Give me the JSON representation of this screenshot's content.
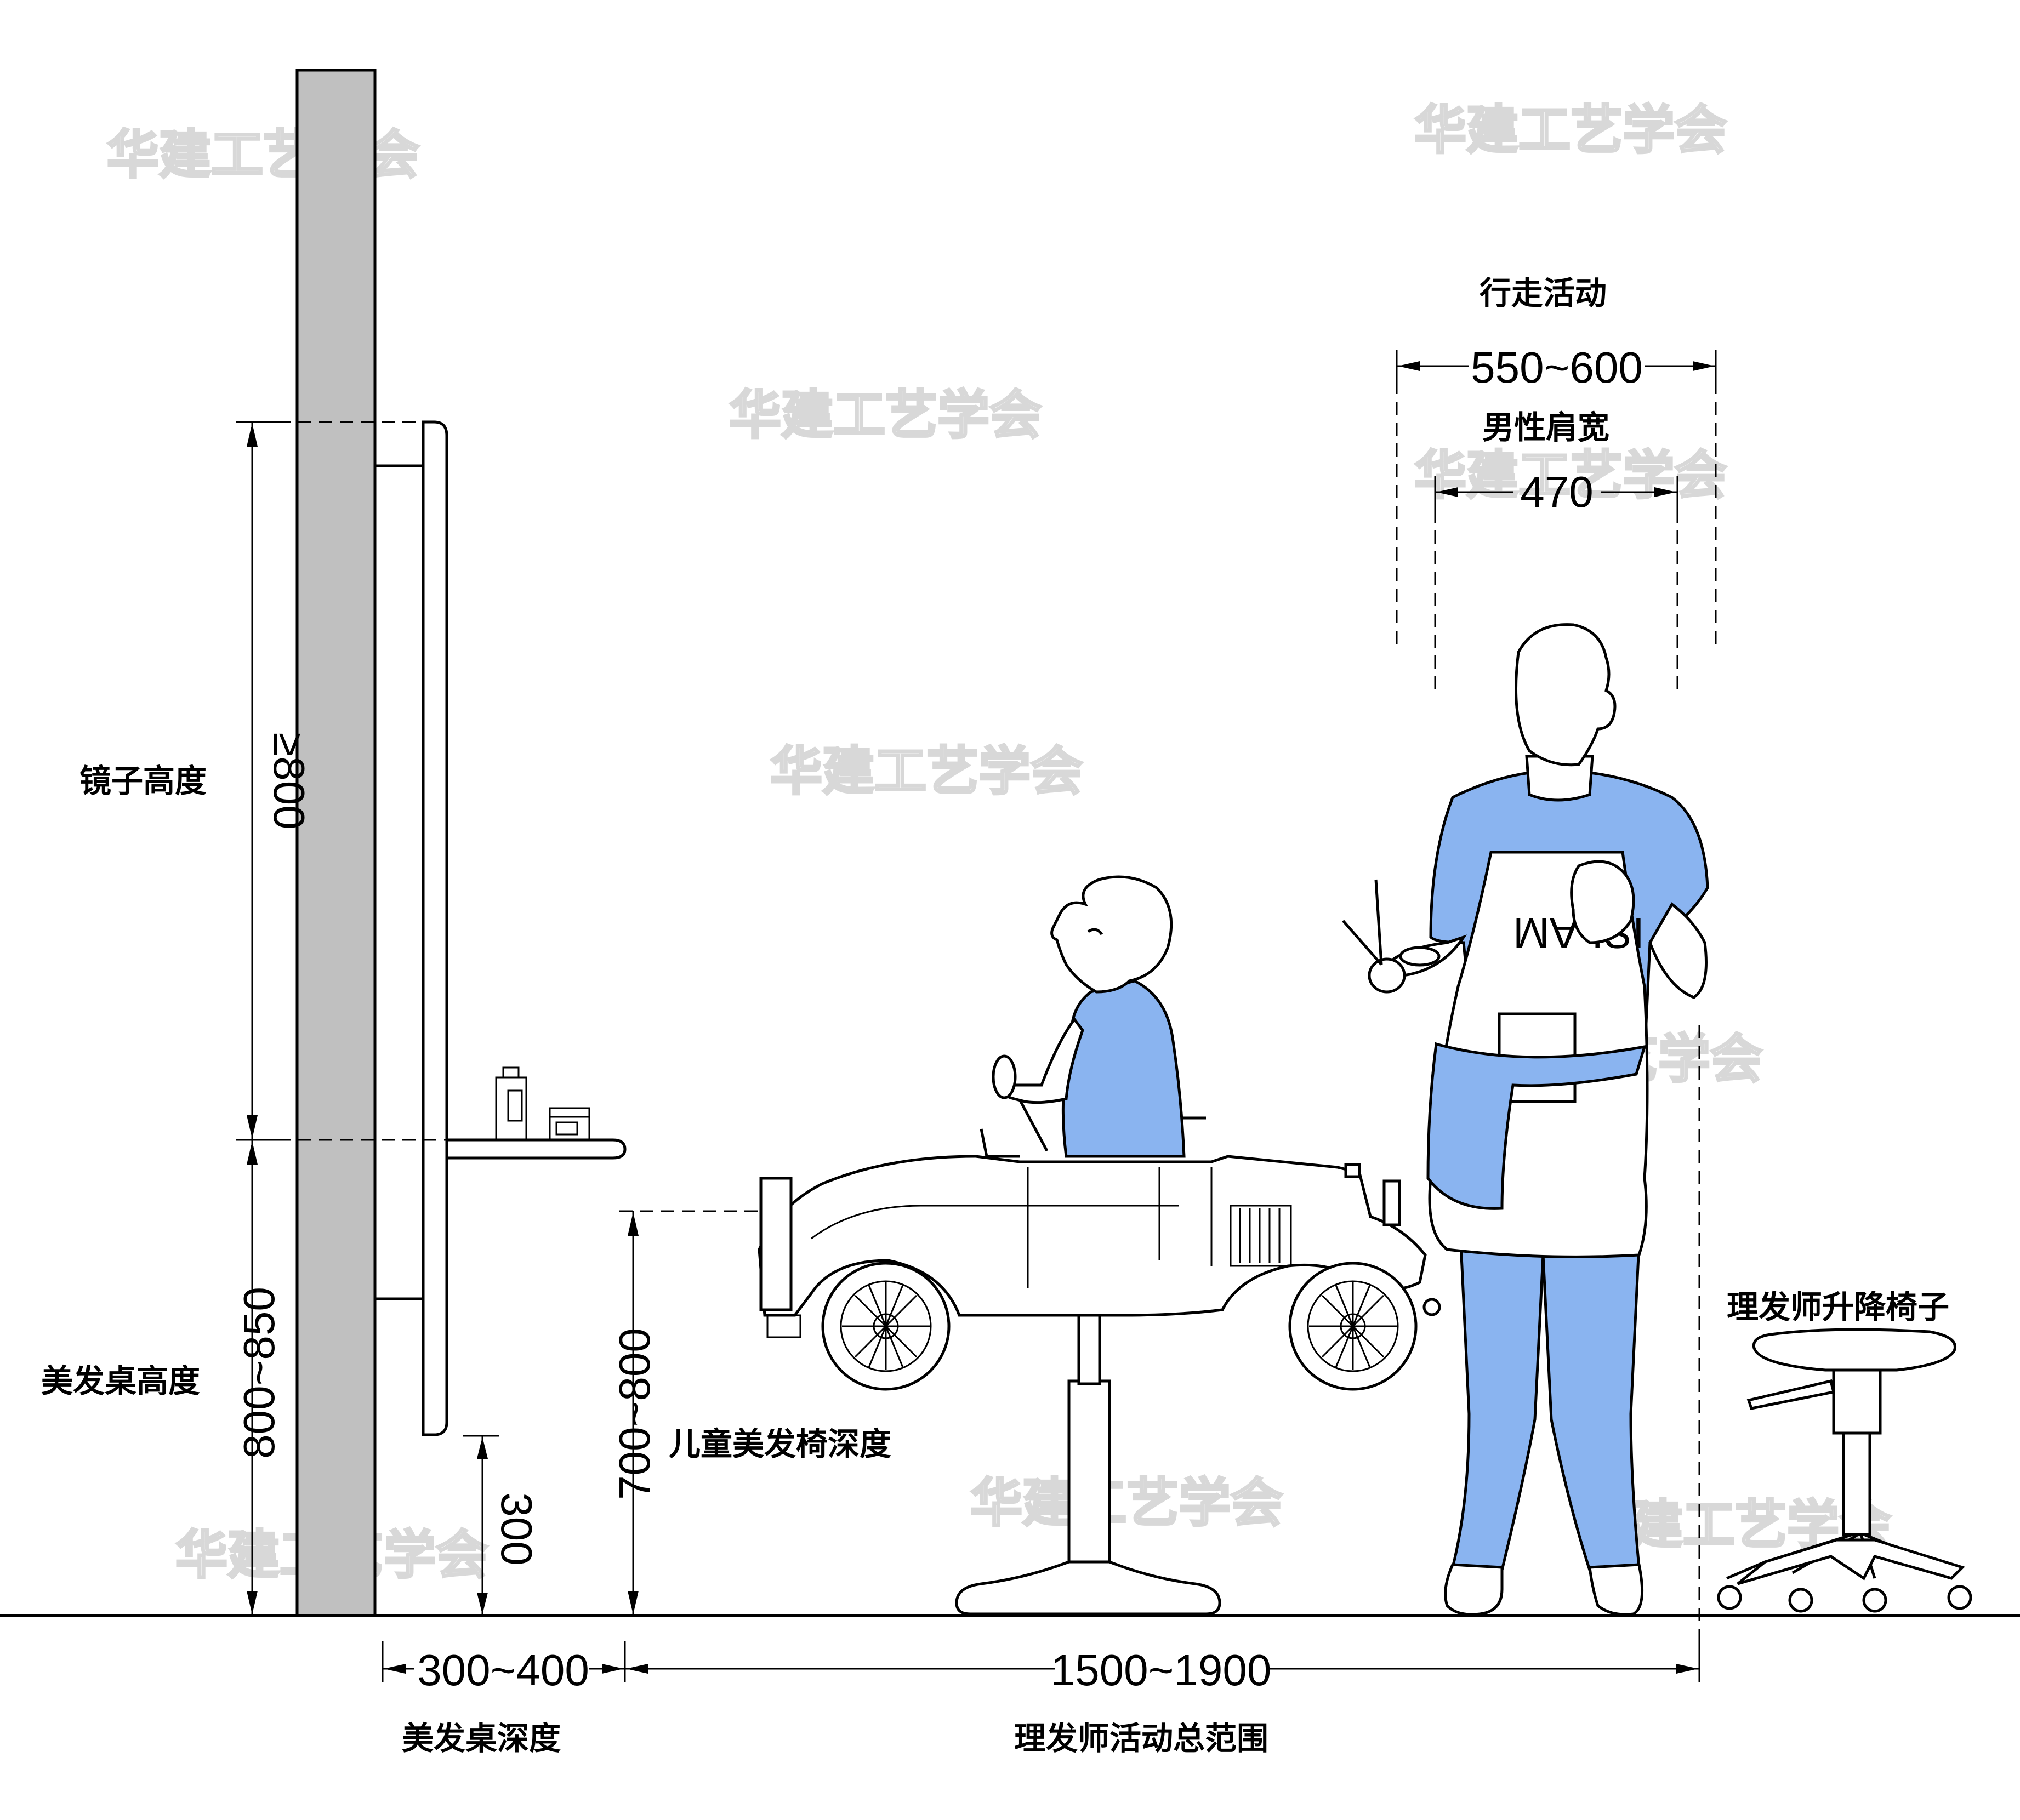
{
  "labels": {
    "walking": "行走活动",
    "shoulder": "男性肩宽",
    "mirror_height": "镜子高度",
    "desk_height": "美发桌高度",
    "child_chair_depth": "儿童美发椅深度",
    "barber_stool": "理发师升降椅子",
    "desk_depth": "美发桌深度",
    "barber_range": "理发师活动总范围"
  },
  "dimensions": {
    "walking": "550~600",
    "shoulder": "470",
    "mirror": "≥800",
    "desk": "800~850",
    "gap": "300",
    "chair": "700~800",
    "desk_depth": "300~400",
    "range": "1500~1900"
  },
  "apron_text": "ISLAM",
  "watermark": "华建工艺学会",
  "colors": {
    "wall": "#c0c0c0",
    "clothing": "#8ab4f0",
    "line": "#000000"
  }
}
